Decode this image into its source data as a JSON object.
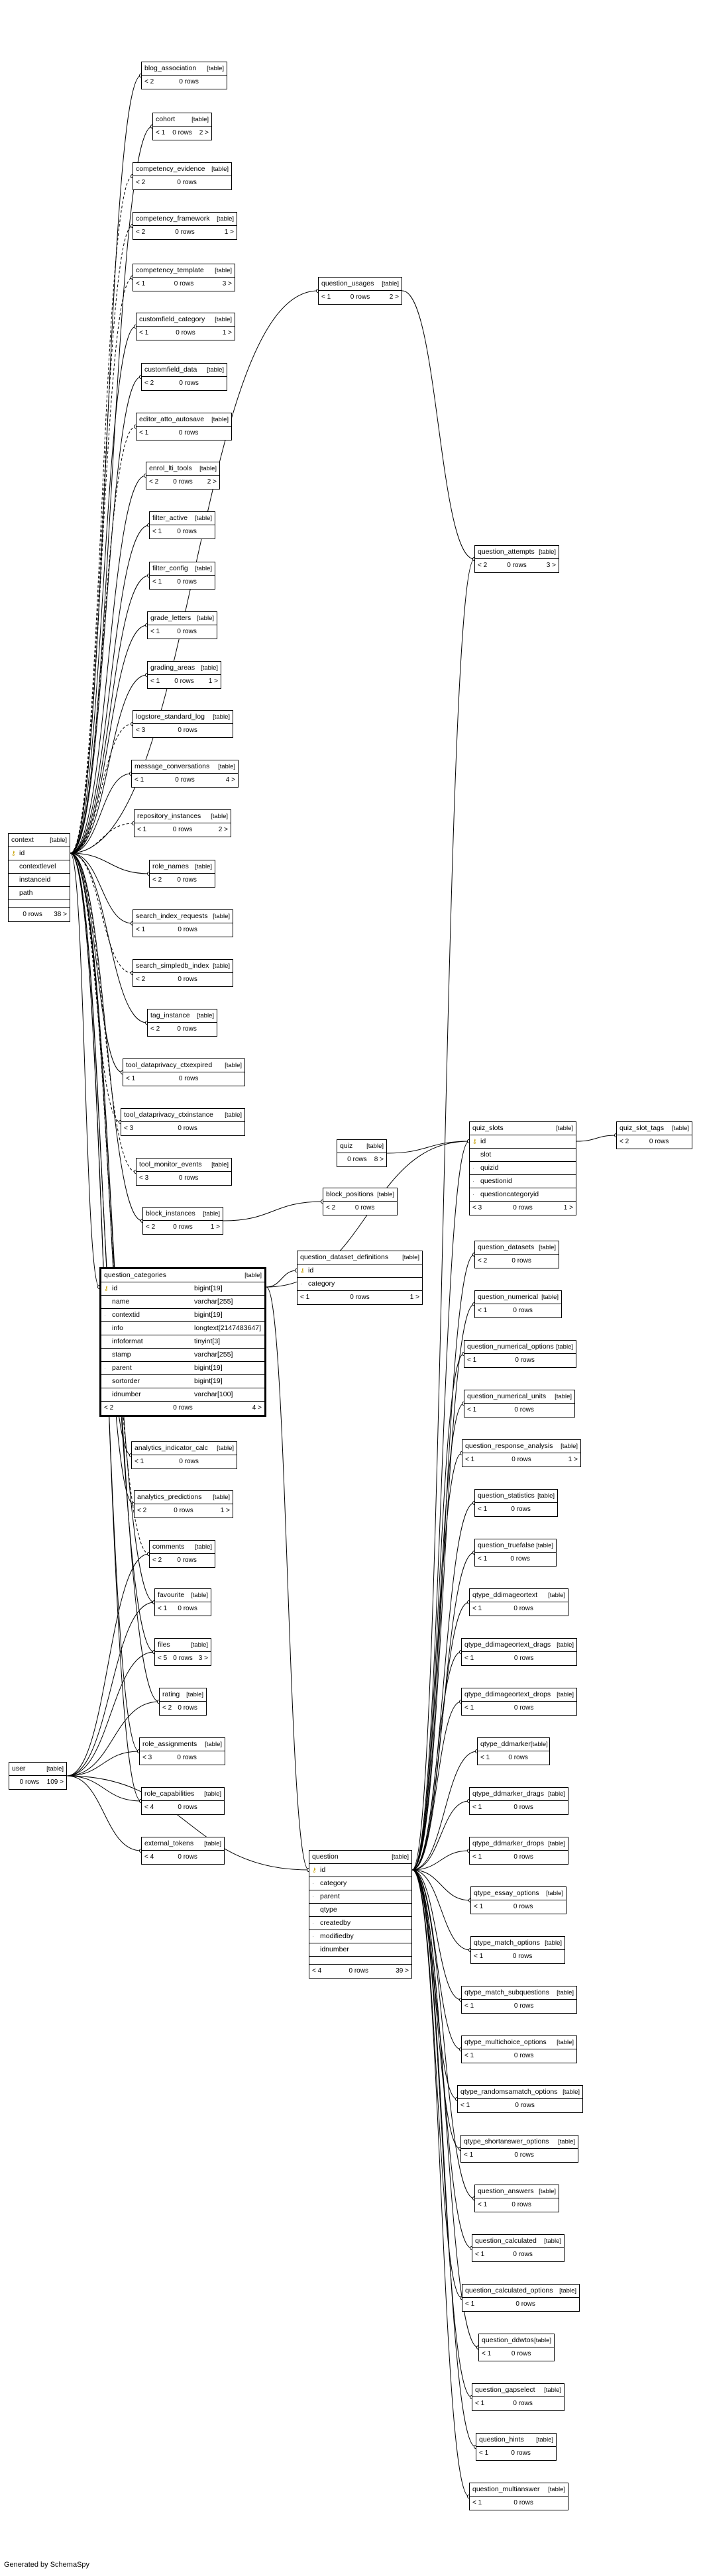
{
  "footer_text": "Generated by SchemaSpy",
  "table_tag": "[table]",
  "tables": [
    {
      "id": "blog_association",
      "name": "blog_association",
      "left": "< 2",
      "rows": "0 rows"
    },
    {
      "id": "cohort",
      "name": "cohort",
      "left": "< 1",
      "rows": "0 rows",
      "right": "2 >"
    },
    {
      "id": "competency_evidence",
      "name": "competency_evidence",
      "left": "< 2",
      "rows": "0 rows"
    },
    {
      "id": "competency_framework",
      "name": "competency_framework",
      "left": "< 2",
      "rows": "0 rows",
      "right": "1 >"
    },
    {
      "id": "competency_template",
      "name": "competency_template",
      "left": "< 1",
      "rows": "0 rows",
      "right": "3 >"
    },
    {
      "id": "customfield_category",
      "name": "customfield_category",
      "left": "< 1",
      "rows": "0 rows",
      "right": "1 >"
    },
    {
      "id": "customfield_data",
      "name": "customfield_data",
      "left": "< 2",
      "rows": "0 rows"
    },
    {
      "id": "editor_atto_autosave",
      "name": "editor_atto_autosave",
      "left": "< 1",
      "rows": "0 rows"
    },
    {
      "id": "enrol_lti_tools",
      "name": "enrol_lti_tools",
      "left": "< 2",
      "rows": "0 rows",
      "right": "2 >"
    },
    {
      "id": "filter_active",
      "name": "filter_active",
      "left": "< 1",
      "rows": "0 rows"
    },
    {
      "id": "filter_config",
      "name": "filter_config",
      "left": "< 1",
      "rows": "0 rows"
    },
    {
      "id": "grade_letters",
      "name": "grade_letters",
      "left": "< 1",
      "rows": "0 rows"
    },
    {
      "id": "grading_areas",
      "name": "grading_areas",
      "left": "< 1",
      "rows": "0 rows",
      "right": "1 >"
    },
    {
      "id": "logstore_standard_log",
      "name": "logstore_standard_log",
      "left": "< 3",
      "rows": "0 rows"
    },
    {
      "id": "message_conversations",
      "name": "message_conversations",
      "left": "< 1",
      "rows": "0 rows",
      "right": "4 >"
    },
    {
      "id": "repository_instances",
      "name": "repository_instances",
      "left": "< 1",
      "rows": "0 rows",
      "right": "2 >"
    },
    {
      "id": "role_names",
      "name": "role_names",
      "left": "< 2",
      "rows": "0 rows"
    },
    {
      "id": "search_index_requests",
      "name": "search_index_requests",
      "left": "< 1",
      "rows": "0 rows"
    },
    {
      "id": "search_simpledb_index",
      "name": "search_simpledb_index",
      "left": "< 2",
      "rows": "0 rows"
    },
    {
      "id": "tag_instance",
      "name": "tag_instance",
      "left": "< 2",
      "rows": "0 rows"
    },
    {
      "id": "tool_dataprivacy_ctxexpired",
      "name": "tool_dataprivacy_ctxexpired",
      "left": "< 1",
      "rows": "0 rows"
    },
    {
      "id": "tool_dataprivacy_ctxinstance",
      "name": "tool_dataprivacy_ctxinstance",
      "left": "< 3",
      "rows": "0 rows"
    },
    {
      "id": "tool_monitor_events",
      "name": "tool_monitor_events",
      "left": "< 3",
      "rows": "0 rows"
    },
    {
      "id": "block_instances",
      "name": "block_instances",
      "left": "< 2",
      "rows": "0 rows",
      "right": "1 >"
    },
    {
      "id": "context",
      "name": "context",
      "columns": [
        {
          "key": "pk",
          "name": "id"
        },
        {
          "name": "contextlevel"
        },
        {
          "name": "instanceid"
        },
        {
          "name": "path"
        }
      ],
      "extra_row": true,
      "rows": "0 rows",
      "right": "38 >"
    },
    {
      "id": "question_usages",
      "name": "question_usages",
      "left": "< 1",
      "rows": "0 rows",
      "right": "2 >"
    },
    {
      "id": "question_attempts",
      "name": "question_attempts",
      "left": "< 2",
      "rows": "0 rows",
      "right": "3 >"
    },
    {
      "id": "quiz",
      "name": "quiz",
      "rows": "0 rows",
      "right": "8 >"
    },
    {
      "id": "block_positions",
      "name": "block_positions",
      "left": "< 2",
      "rows": "0 rows"
    },
    {
      "id": "quiz_slots",
      "name": "quiz_slots",
      "columns": [
        {
          "key": "pk",
          "name": "id"
        },
        {
          "name": "slot"
        },
        {
          "key": "fk",
          "name": "quizid"
        },
        {
          "key": "fk",
          "name": "questionid"
        },
        {
          "key": "fk",
          "name": "questioncategoryid"
        }
      ],
      "left": "< 3",
      "rows": "0 rows",
      "right": "1 >"
    },
    {
      "id": "quiz_slot_tags",
      "name": "quiz_slot_tags",
      "left": "< 2",
      "rows": "0 rows"
    },
    {
      "id": "question_categories",
      "name": "question_categories",
      "focus": true,
      "columns": [
        {
          "key": "pk",
          "name": "id",
          "type": "bigint[19]"
        },
        {
          "name": "name",
          "type": "varchar[255]"
        },
        {
          "key": "fk",
          "name": "contextid",
          "type": "bigint[19]"
        },
        {
          "name": "info",
          "type": "longtext[2147483647]"
        },
        {
          "name": "infoformat",
          "type": "tinyint[3]"
        },
        {
          "name": "stamp",
          "type": "varchar[255]"
        },
        {
          "key": "fk",
          "name": "parent",
          "type": "bigint[19]"
        },
        {
          "name": "sortorder",
          "type": "bigint[19]"
        },
        {
          "name": "idnumber",
          "type": "varchar[100]"
        }
      ],
      "left": "< 2",
      "rows": "0 rows",
      "right": "4 >"
    },
    {
      "id": "question_dataset_definitions",
      "name": "question_dataset_definitions",
      "columns": [
        {
          "key": "pk",
          "name": "id"
        },
        {
          "key": "fk",
          "name": "category"
        }
      ],
      "left": "< 1",
      "rows": "0 rows",
      "right": "1 >"
    },
    {
      "id": "analytics_indicator_calc",
      "name": "analytics_indicator_calc",
      "left": "< 1",
      "rows": "0 rows"
    },
    {
      "id": "analytics_predictions",
      "name": "analytics_predictions",
      "left": "< 2",
      "rows": "0 rows",
      "right": "1 >"
    },
    {
      "id": "comments",
      "name": "comments",
      "left": "< 2",
      "rows": "0 rows"
    },
    {
      "id": "favourite",
      "name": "favourite",
      "left": "< 1",
      "rows": "0 rows"
    },
    {
      "id": "files",
      "name": "files",
      "left": "< 5",
      "rows": "0 rows",
      "right": "3 >"
    },
    {
      "id": "rating",
      "name": "rating",
      "left": "< 2",
      "rows": "0 rows"
    },
    {
      "id": "role_assignments",
      "name": "role_assignments",
      "left": "< 3",
      "rows": "0 rows"
    },
    {
      "id": "role_capabilities",
      "name": "role_capabilities",
      "left": "< 4",
      "rows": "0 rows"
    },
    {
      "id": "external_tokens",
      "name": "external_tokens",
      "left": "< 4",
      "rows": "0 rows"
    },
    {
      "id": "user",
      "name": "user",
      "rows": "0 rows",
      "right": "109 >"
    },
    {
      "id": "question",
      "name": "question",
      "columns": [
        {
          "key": "pk",
          "name": "id"
        },
        {
          "key": "fk",
          "name": "category"
        },
        {
          "key": "fk",
          "name": "parent"
        },
        {
          "name": "qtype"
        },
        {
          "key": "fk",
          "name": "createdby"
        },
        {
          "key": "fk",
          "name": "modifiedby"
        },
        {
          "name": "idnumber"
        }
      ],
      "extra_row": true,
      "left": "< 4",
      "rows": "0 rows",
      "right": "39 >"
    },
    {
      "id": "question_datasets",
      "name": "question_datasets",
      "left": "< 2",
      "rows": "0 rows"
    },
    {
      "id": "question_numerical",
      "name": "question_numerical",
      "left": "< 1",
      "rows": "0 rows"
    },
    {
      "id": "question_numerical_options",
      "name": "question_numerical_options",
      "left": "< 1",
      "rows": "0 rows"
    },
    {
      "id": "question_numerical_units",
      "name": "question_numerical_units",
      "left": "< 1",
      "rows": "0 rows"
    },
    {
      "id": "question_response_analysis",
      "name": "question_response_analysis",
      "left": "< 1",
      "rows": "0 rows",
      "right": "1 >"
    },
    {
      "id": "question_statistics",
      "name": "question_statistics",
      "left": "< 1",
      "rows": "0 rows"
    },
    {
      "id": "question_truefalse",
      "name": "question_truefalse",
      "left": "< 1",
      "rows": "0 rows"
    },
    {
      "id": "qtype_ddimageortext",
      "name": "qtype_ddimageortext",
      "left": "< 1",
      "rows": "0 rows"
    },
    {
      "id": "qtype_ddimageortext_drags",
      "name": "qtype_ddimageortext_drags",
      "left": "< 1",
      "rows": "0 rows"
    },
    {
      "id": "qtype_ddimageortext_drops",
      "name": "qtype_ddimageortext_drops",
      "left": "< 1",
      "rows": "0 rows"
    },
    {
      "id": "qtype_ddmarker",
      "name": "qtype_ddmarker",
      "left": "< 1",
      "rows": "0 rows"
    },
    {
      "id": "qtype_ddmarker_drags",
      "name": "qtype_ddmarker_drags",
      "left": "< 1",
      "rows": "0 rows"
    },
    {
      "id": "qtype_ddmarker_drops",
      "name": "qtype_ddmarker_drops",
      "left": "< 1",
      "rows": "0 rows"
    },
    {
      "id": "qtype_essay_options",
      "name": "qtype_essay_options",
      "left": "< 1",
      "rows": "0 rows"
    },
    {
      "id": "qtype_match_options",
      "name": "qtype_match_options",
      "left": "< 1",
      "rows": "0 rows"
    },
    {
      "id": "qtype_match_subquestions",
      "name": "qtype_match_subquestions",
      "left": "< 1",
      "rows": "0 rows"
    },
    {
      "id": "qtype_multichoice_options",
      "name": "qtype_multichoice_options",
      "left": "< 1",
      "rows": "0 rows"
    },
    {
      "id": "qtype_randomsamatch_options",
      "name": "qtype_randomsamatch_options",
      "left": "< 1",
      "rows": "0 rows"
    },
    {
      "id": "qtype_shortanswer_options",
      "name": "qtype_shortanswer_options",
      "left": "< 1",
      "rows": "0 rows"
    },
    {
      "id": "question_answers",
      "name": "question_answers",
      "left": "< 1",
      "rows": "0 rows"
    },
    {
      "id": "question_calculated",
      "name": "question_calculated",
      "left": "< 1",
      "rows": "0 rows"
    },
    {
      "id": "question_calculated_options",
      "name": "question_calculated_options",
      "left": "< 1",
      "rows": "0 rows"
    },
    {
      "id": "question_ddwtos",
      "name": "question_ddwtos",
      "left": "< 1",
      "rows": "0 rows"
    },
    {
      "id": "question_gapselect",
      "name": "question_gapselect",
      "left": "< 1",
      "rows": "0 rows"
    },
    {
      "id": "question_hints",
      "name": "question_hints",
      "left": "< 1",
      "rows": "0 rows"
    },
    {
      "id": "question_multianswer",
      "name": "question_multianswer",
      "left": "< 1",
      "rows": "0 rows"
    }
  ]
}
